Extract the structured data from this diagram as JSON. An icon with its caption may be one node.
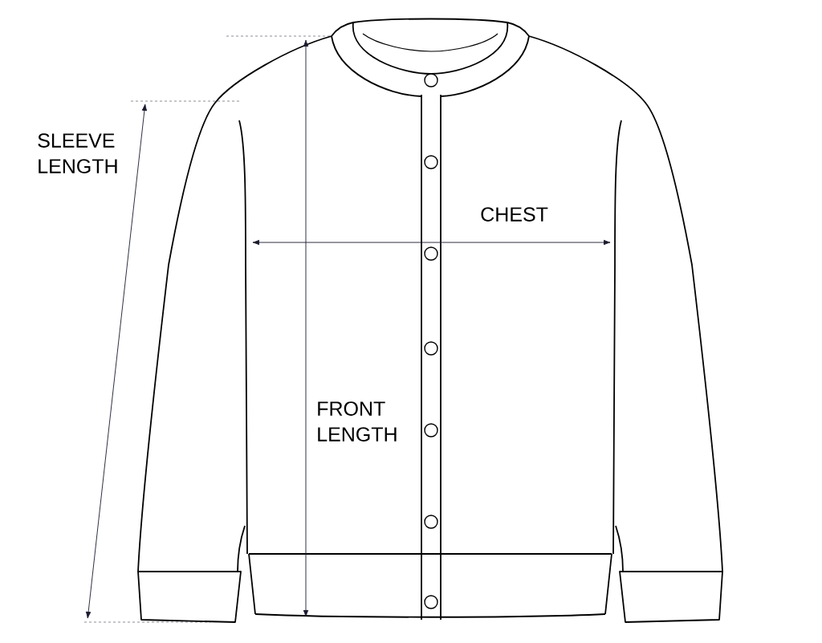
{
  "diagram": {
    "labels": [
      "SLEEVE LENGTH",
      "CHEST",
      "FRONT LENGTH"
    ]
  }
}
